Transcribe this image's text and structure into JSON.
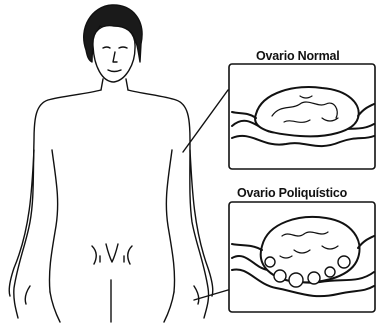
{
  "labels": {
    "normal": "Ovario Normal",
    "polycystic": "Ovario Poliquístico"
  },
  "icons": {
    "figure": "female-body-outline",
    "normal_ovary": "normal-ovary-illustration",
    "polycystic_ovary": "polycystic-ovary-illustration"
  },
  "colors": {
    "line": "#111111",
    "fill": "#ffffff",
    "hair": "#1a1a1a"
  }
}
